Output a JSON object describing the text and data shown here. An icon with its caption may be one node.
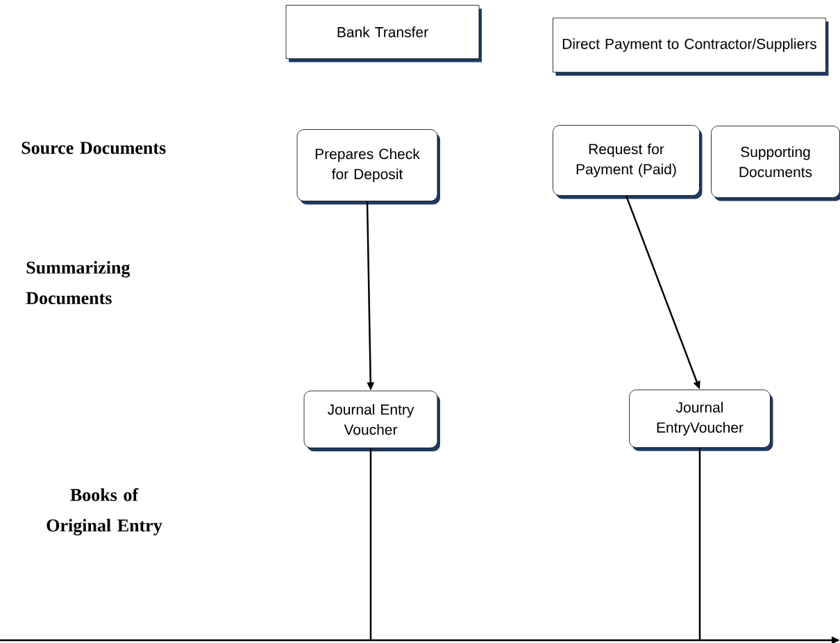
{
  "diagram": {
    "nodes": [
      {
        "text": [
          "Bank Transfer"
        ]
      },
      {
        "text": [
          "Direct Payment to Contractor/Suppliers"
        ]
      },
      {
        "text": [
          "Prepares Check for Deposit"
        ]
      },
      {
        "text": [
          "Request for Payment (Paid)"
        ]
      },
      {
        "text": [
          "Supporting Documents"
        ]
      },
      {
        "text": [
          "Journal Entry Voucher"
        ]
      },
      {
        "text": [
          "Journal EntryVoucher"
        ]
      }
    ],
    "edges": [
      {
        "from": 2,
        "to": 5,
        "arrow": "to"
      },
      {
        "from": 3,
        "to": 6,
        "arrow": "to"
      },
      {
        "from": 5,
        "to": null,
        "arrow": "none"
      },
      {
        "from": 6,
        "to": null,
        "arrow": "none"
      }
    ],
    "labels": [
      "Source Documents",
      "Summarizing Documents",
      "Books of Original Entry"
    ]
  }
}
